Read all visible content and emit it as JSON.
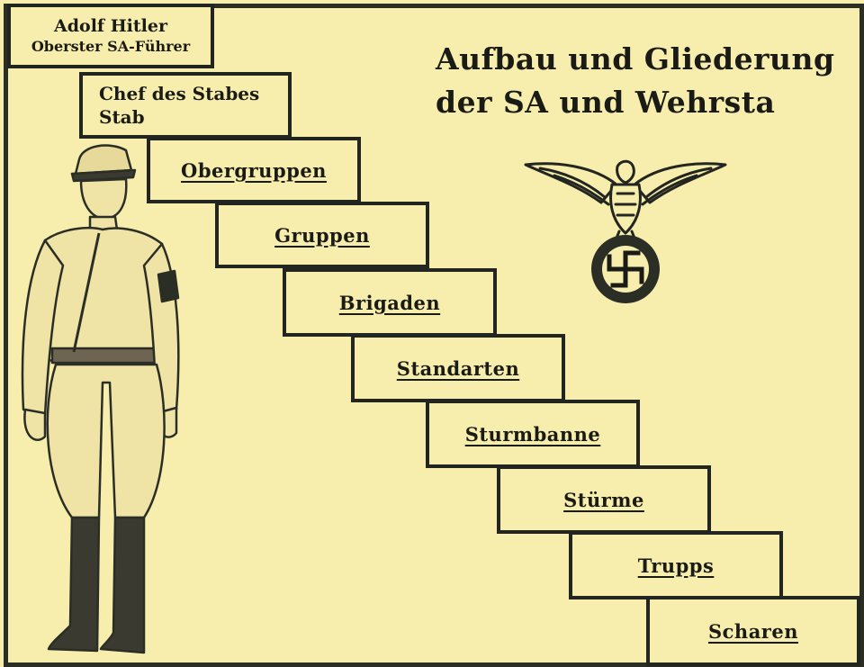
{
  "title": {
    "line1": "Aufbau und Gliederung",
    "line2": "der SA und Wehrsta"
  },
  "steps": [
    {
      "line1": "Adolf Hitler",
      "line2": "Oberster SA-Führer"
    },
    {
      "line1": "Chef des Stabes",
      "line2": "Stab"
    },
    {
      "label": "Obergruppen"
    },
    {
      "label": "Gruppen"
    },
    {
      "label": "Brigaden"
    },
    {
      "label": "Standarten"
    },
    {
      "label": "Sturmbanne"
    },
    {
      "label": "Stürme"
    },
    {
      "label": "Trupps"
    },
    {
      "label": "Scharen"
    }
  ],
  "colors": {
    "paper": "#f7eeae",
    "ink": "#232620"
  }
}
